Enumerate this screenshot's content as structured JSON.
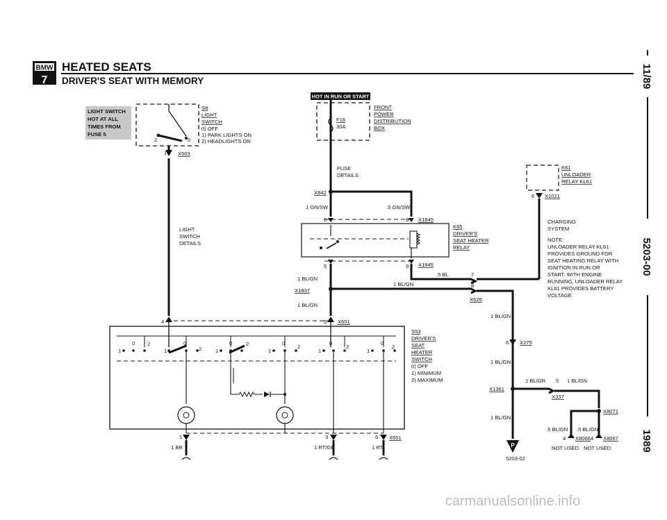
{
  "header": {
    "logo_top": "BMW",
    "logo_bottom": "7",
    "title": "HEATED SEATS",
    "subtitle": "DRIVER'S SEAT WITH MEMORY"
  },
  "side": {
    "date": "11/89",
    "code": "5203-00",
    "year": "1989"
  },
  "callouts": {
    "light_switch_hot": [
      "LIGHT SWITCH",
      "HOT AT ALL",
      "TIMES FROM",
      "FUSE 5"
    ],
    "hot_in_run": "HOT IN RUN OR START"
  },
  "components": {
    "s8": [
      "S8",
      "LIGHT",
      "SWITCH"
    ],
    "s8_modes": [
      "0) OFF",
      "1) PARK LIGHTS ON",
      "2) HEADLIGHTS ON"
    ],
    "front_dist": [
      "FRONT",
      "POWER",
      "DISTRIBUTION",
      "BOX"
    ],
    "fuse": [
      "F16",
      "30A"
    ],
    "fuse_details": [
      "FUSE",
      "DETAILS"
    ],
    "light_switch_details": [
      "LIGHT",
      "SWITCH",
      "DETAILS"
    ],
    "k61": [
      "K61",
      "UNLOADER",
      "RELAY KL61"
    ],
    "k65": [
      "K65",
      "DRIVER'S",
      "SEAT HEATER",
      "RELAY"
    ],
    "s53": [
      "S53",
      "DRIVER'S",
      "SEAT",
      "HEATER",
      "SWITCH"
    ],
    "s53_modes": [
      "0) OFF",
      "1) MINIMUM",
      "2) MAXIMUM"
    ],
    "charging": [
      "CHARGING",
      "SYSTEM"
    ],
    "note": [
      "NOTE:",
      "UNLOADER RELAY KL61",
      "PROVIDES GROUND FOR",
      "SEAT HEATING RELAY WITH",
      "IGNITION IN RUN OR",
      "START. WITH ENGINE",
      "RUNNING, UNLOADER RELAY",
      "KL61 PROVIDES BATTERY",
      "VOLTAGE."
    ]
  },
  "connectors": {
    "x503": "X503",
    "x842": "X842",
    "x1845": "X1845",
    "x1837": "X1837",
    "x626": "X626",
    "x651": "X651",
    "x275": "X275",
    "x1361": "X1361",
    "x337": "X337",
    "x8071": "X8071",
    "x8066": "X8066",
    "x8067": "X8067",
    "x1021": "X1021"
  },
  "wires": {
    "gn_sw_1": "1 GN/SW",
    "gn_sw_5": ".5 GN/SW",
    "bl_gn_1": "1 BL/GN",
    "bl_5": ".5 BL",
    "br_1": "1 BR",
    "rt_ge_1": "1 RT/GE",
    "rt_1": "1 RT",
    "bl_gr_1": "1 BL/GR",
    "bl_gn_5": ".5 BL/GN"
  },
  "pins": {
    "p1": "1",
    "p2": "2",
    "p3": "3",
    "p4": "4",
    "p5": "5",
    "p6": "6",
    "p7": "7",
    "p8": "8",
    "p9": "9",
    "p0": "0"
  },
  "ground": {
    "label": "P",
    "code": "5203-02"
  },
  "not_used": "NOT USED",
  "watermark": "carmanualsonline.info"
}
